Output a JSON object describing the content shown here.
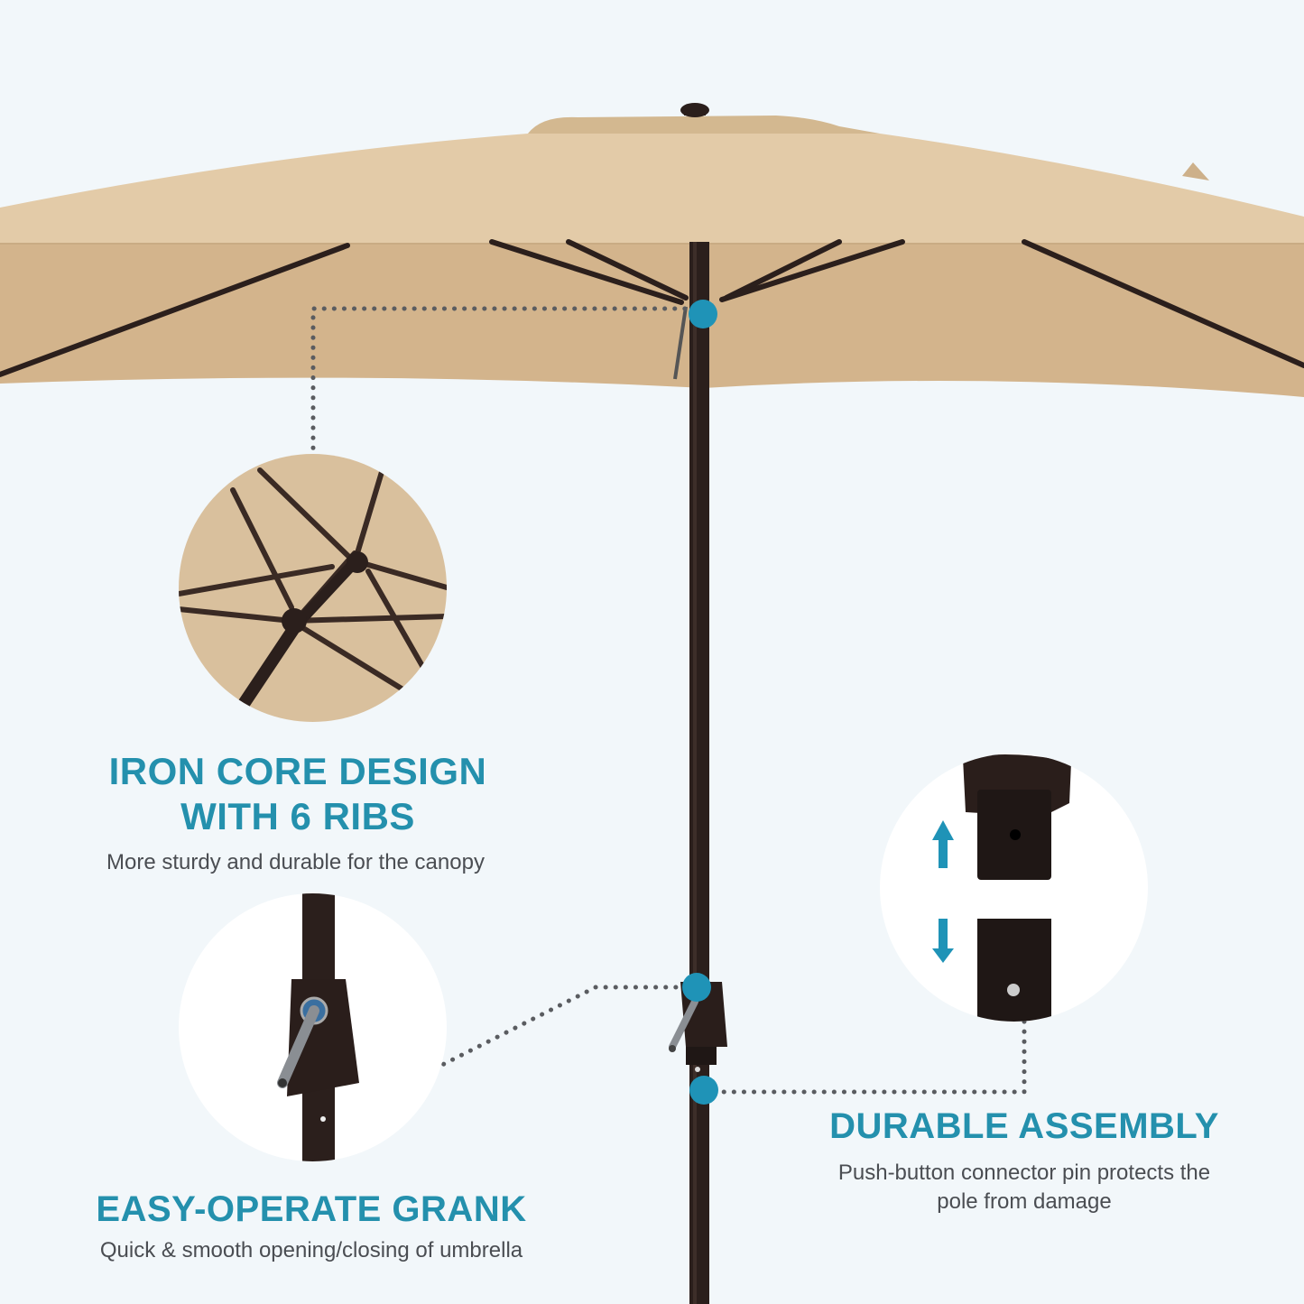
{
  "colors": {
    "background": "#f2f7fa",
    "accent": "#2490ad",
    "marker": "#1f93b7",
    "canopy": "#d9bf9b",
    "canopy_shade": "#cdb08a",
    "pole": "#2b1f1c",
    "body_text": "#4a4d52",
    "dots": "#5a5c60"
  },
  "features": [
    {
      "id": "iron-core",
      "title_line1": "IRON CORE DESIGN",
      "title_line2": "WITH 6 RIBS",
      "description": "More sturdy and durable for the canopy",
      "image": "umbrella-ribs-closeup"
    },
    {
      "id": "crank",
      "title_line1": "EASY-OPERATE GRANK",
      "description": "Quick & smooth opening/closing of umbrella",
      "image": "crank-handle-closeup"
    },
    {
      "id": "assembly",
      "title_line1": "DURABLE ASSEMBLY",
      "description_line1": "Push-button connector pin protects the",
      "description_line2": "pole from damage",
      "image": "pole-connector-closeup",
      "icons": [
        "arrow-up-icon",
        "arrow-down-icon"
      ]
    }
  ]
}
